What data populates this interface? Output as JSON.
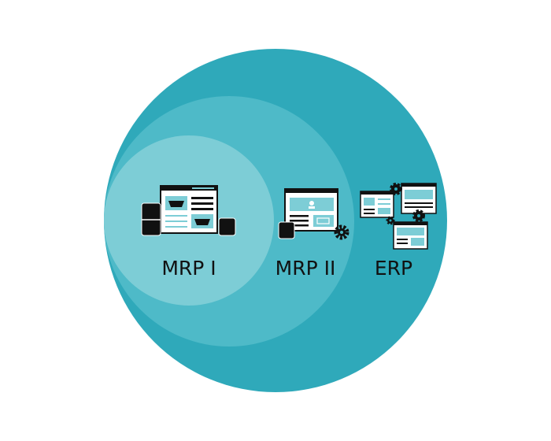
{
  "colors": {
    "outer": "#2fa9ba",
    "middle": "#4ebac8",
    "inner": "#7dcdd6",
    "ink": "#111111",
    "window": "#ffffff",
    "panel": "#7dcdd6"
  },
  "labels": {
    "mrp1": "MRP I",
    "mrp2": "MRP II",
    "erp": "ERP"
  },
  "icons": {
    "mrp1": "web-window-with-baskets-and-cabinets-icon",
    "mrp2": "web-window-with-user-and-cash-icon",
    "erp": "connected-windows-with-gears-icon"
  }
}
